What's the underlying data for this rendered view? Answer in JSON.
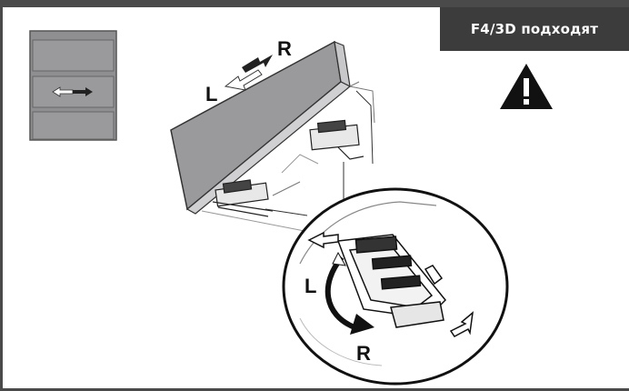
{
  "badge": {
    "text": "F4/3D подходят"
  },
  "labels": {
    "top_left": "L",
    "top_right": "R",
    "detail_left": "L",
    "detail_right": "R"
  },
  "icons": {
    "warning": "warning-triangle-icon",
    "direction": "left-right-arrow-icon"
  },
  "colors": {
    "frame": "#4a4a4a",
    "badge_bg": "#3c3c3c",
    "cabinet": "#8f8f92",
    "panel": "#9a9a9c",
    "arrow": "#222222"
  }
}
